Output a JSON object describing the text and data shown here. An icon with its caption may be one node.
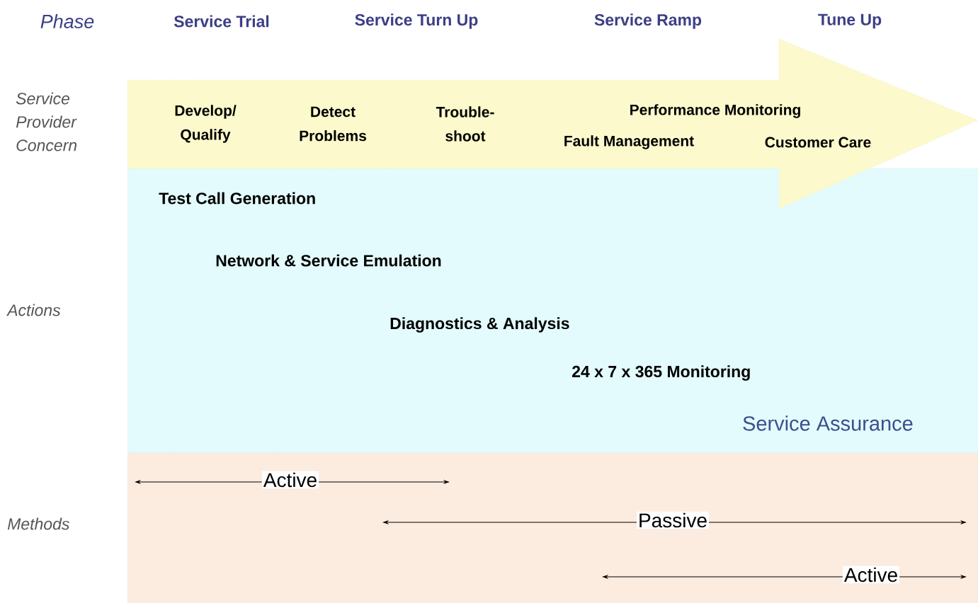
{
  "diagram": {
    "nodes": [
      {
        "text": [
          "Develop/ Qualify",
          "Detect Problems",
          "Trouble- shoot",
          "Performance Monitoring",
          "Fault Management",
          "Customer Care"
        ]
      },
      {
        "text": [
          "Test Call Generation",
          "Network & Service Emulation",
          "Diagnostics & Analysis",
          "24 x 7 x 365 Monitoring",
          "Service Assurance"
        ]
      },
      {
        "text": [
          "Active",
          "Passive",
          "Active"
        ]
      }
    ],
    "labels": [
      "Phase",
      "Service Trial",
      "Service Turn Up",
      "Service Ramp",
      "Tune Up",
      "Service Provider Concern",
      "Actions",
      "Methods"
    ]
  }
}
